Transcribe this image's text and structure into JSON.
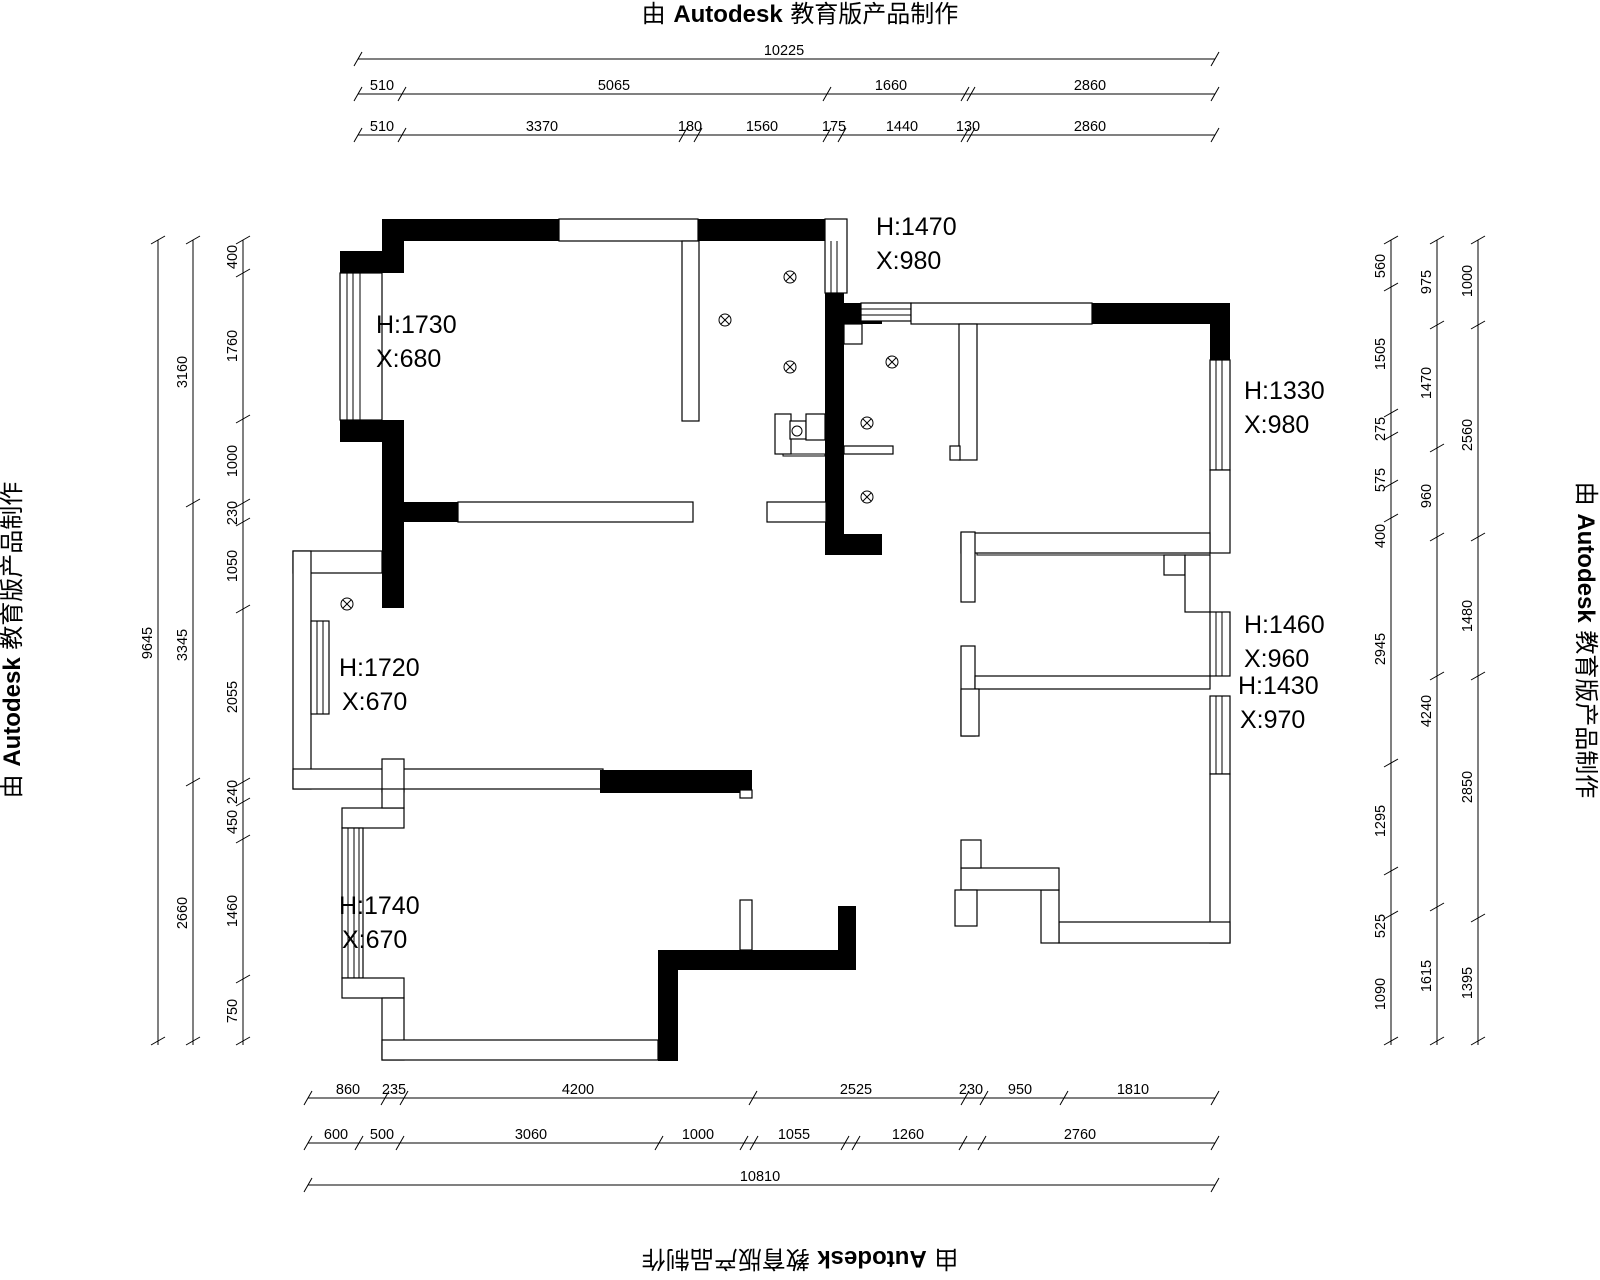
{
  "watermark": {
    "prefix": "由",
    "brand": "Autodesk",
    "suffix": "教育版产品制作"
  },
  "dimensions": {
    "top_total": "10225",
    "top_row1": [
      "510",
      "5065",
      "1660",
      "2860"
    ],
    "top_row2": [
      "510",
      "3370",
      "180",
      "1560",
      "175",
      "1440",
      "130",
      "2860"
    ],
    "bottom_row1": [
      "860",
      "235",
      "4200",
      "2525",
      "230",
      "950",
      "1810"
    ],
    "bottom_row2": [
      "600",
      "500",
      "3060",
      "1000",
      "1055",
      "1260",
      "2760"
    ],
    "bottom_total": "10810",
    "left_total": "9645",
    "left_mid": [
      "3160",
      "3345",
      "2660"
    ],
    "left_inner": [
      "400",
      "1760",
      "1000",
      "230",
      "1050",
      "2055",
      "240",
      "450",
      "1460",
      "750"
    ],
    "right_inner": [
      "560",
      "1505",
      "275",
      "575",
      "400",
      "2945",
      "1295",
      "525",
      "1090"
    ],
    "right_mid": [
      "975",
      "1470",
      "960",
      "1480",
      "4240",
      "1615"
    ],
    "right_outer": [
      "1000",
      "2560",
      "2850",
      "1395"
    ]
  },
  "windows": [
    {
      "h": "H:1730",
      "x": "X:680"
    },
    {
      "h": "H:1470",
      "x": "X:980"
    },
    {
      "h": "H:1330",
      "x": "X:980"
    },
    {
      "h": "H:1720",
      "x": "X:670"
    },
    {
      "h": "H:1460",
      "x": "X:960"
    },
    {
      "h": "H:1430",
      "x": "X:970"
    },
    {
      "h": "H:1740",
      "x": "X:670"
    }
  ]
}
